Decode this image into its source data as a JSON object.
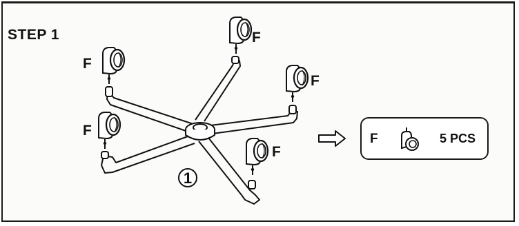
{
  "step": {
    "title": "STEP 1"
  },
  "casters": [
    {
      "label": "F"
    },
    {
      "label": "F"
    },
    {
      "label": "F"
    },
    {
      "label": "F"
    },
    {
      "label": "F"
    }
  ],
  "base": {
    "number_label": "1"
  },
  "parts_box": {
    "letter": "F",
    "quantity": "5 PCS"
  },
  "icons": {
    "arrow": "right-outline-arrow-icon",
    "caster": "caster-wheel-icon"
  }
}
